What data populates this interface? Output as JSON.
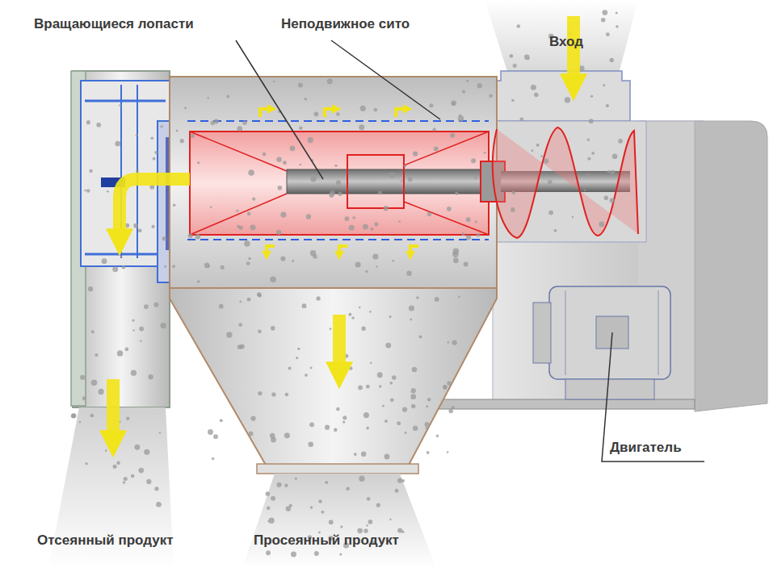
{
  "diagram": {
    "labels": [
      "Вращающиеся лопасти",
      "Неподвижное сито",
      "Вход",
      "Двигатель",
      "Отсеянный продукт",
      "Просеянный продукт"
    ]
  }
}
